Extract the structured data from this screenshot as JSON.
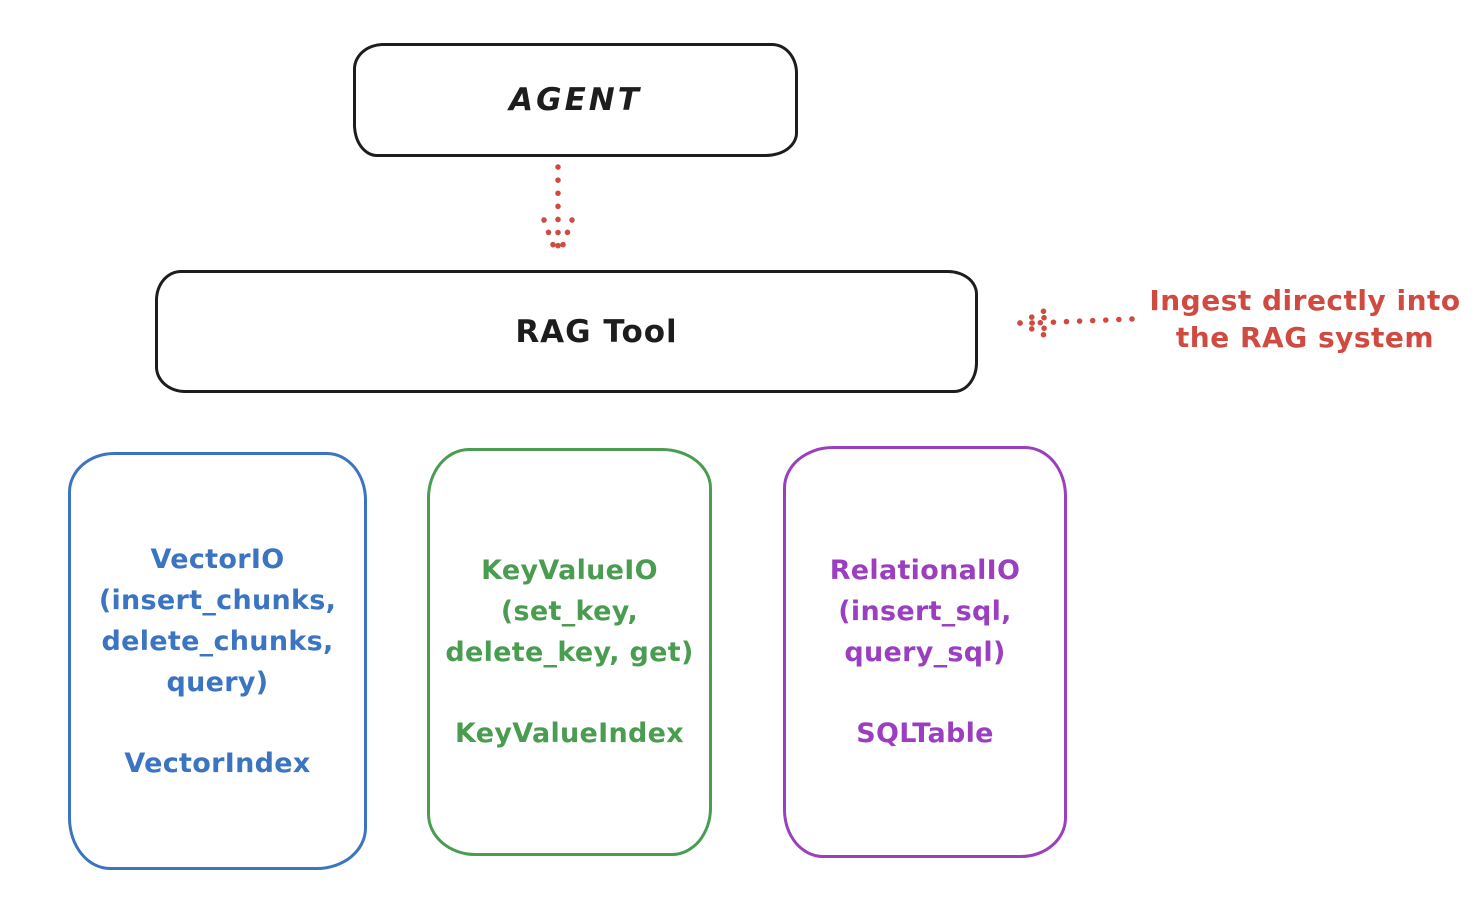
{
  "diagram": {
    "agent": {
      "label": "AGENT"
    },
    "rag_tool": {
      "label": "RAG Tool"
    },
    "annotation": {
      "line1": "Ingest directly into",
      "line2": "the RAG system"
    },
    "colors": {
      "stroke": "#1d1d1d",
      "red": "#cf4a41",
      "blue": "#3b74c0",
      "green": "#499c50",
      "purple": "#9b3fc0"
    },
    "io_boxes": [
      {
        "name": "vector-io",
        "color": "#3b74c0",
        "lines": [
          "VectorIO",
          "(insert_chunks,",
          "delete_chunks,",
          "query)"
        ],
        "index_label": "VectorIndex"
      },
      {
        "name": "keyvalue-io",
        "color": "#499c50",
        "lines": [
          "KeyValueIO",
          "(set_key,",
          "delete_key, get)"
        ],
        "index_label": "KeyValueIndex"
      },
      {
        "name": "relational-io",
        "color": "#9b3fc0",
        "lines": [
          "RelationalIO",
          "(insert_sql,",
          "query_sql)"
        ],
        "index_label": "SQLTable"
      }
    ]
  }
}
